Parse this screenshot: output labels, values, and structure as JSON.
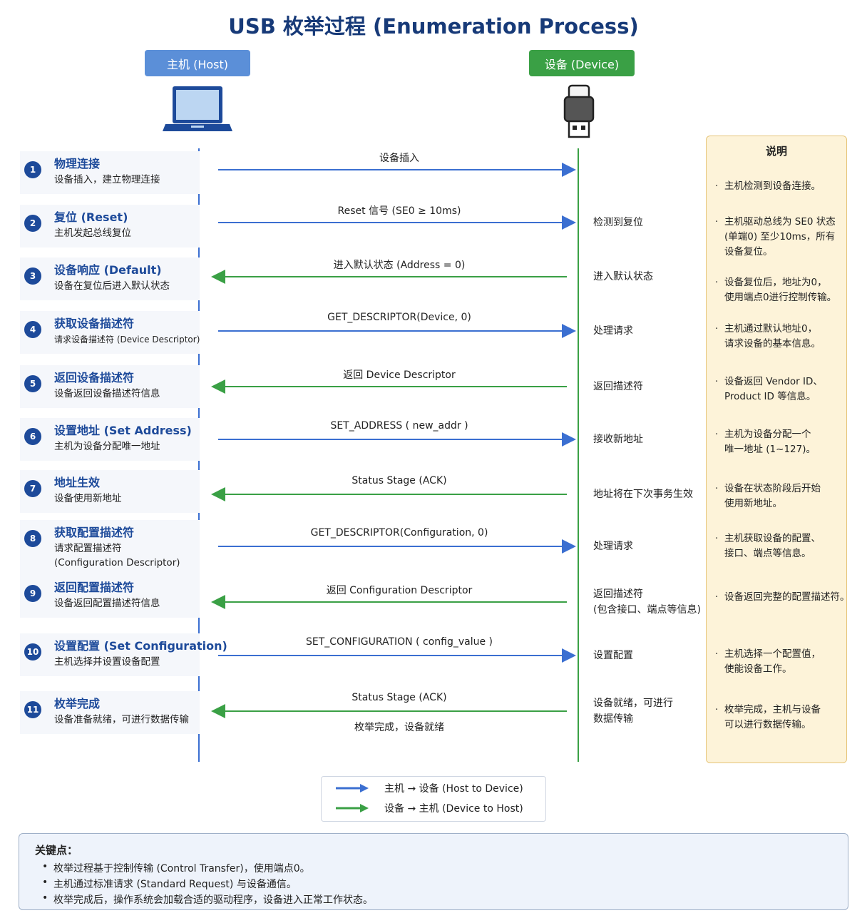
{
  "title": "USB 枚举过程 (Enumeration Process)",
  "host": {
    "label": "主机 (Host)",
    "icon": "laptop-icon"
  },
  "device": {
    "label": "设备 (Device)",
    "icon": "usb-stick-icon"
  },
  "colors": {
    "host_to_device": "#3b6fd1",
    "device_to_host": "#3aa045",
    "title": "#173a78",
    "step_title": "#1d4a9a"
  },
  "steps": [
    {
      "num": "1",
      "title": "物理连接",
      "desc": [
        "设备插入，建立物理连接"
      ],
      "message": "设备插入",
      "message2": "",
      "direction": "h2d",
      "device_action": [],
      "note": [
        "主机检测到设备连接。"
      ]
    },
    {
      "num": "2",
      "title": "复位 (Reset)",
      "desc": [
        "主机发起总线复位"
      ],
      "message": "Reset 信号 (SE0 ≥ 10ms)",
      "message2": "",
      "direction": "h2d",
      "device_action": [
        "检测到复位"
      ],
      "note": [
        "主机驱动总线为 SE0 状态",
        "(单端0) 至少10ms，所有",
        "设备复位。"
      ]
    },
    {
      "num": "3",
      "title": "设备响应 (Default)",
      "desc": [
        "设备在复位后进入默认状态"
      ],
      "message": "进入默认状态 (Address = 0)",
      "message2": "",
      "direction": "d2h",
      "device_action": [
        "进入默认状态"
      ],
      "note": [
        "设备复位后，地址为0，",
        "使用端点0进行控制传输。"
      ]
    },
    {
      "num": "4",
      "title": "获取设备描述符",
      "desc": [
        "请求设备描述符 (Device Descriptor)"
      ],
      "message": "GET_DESCRIPTOR(Device, 0)",
      "message2": "",
      "direction": "h2d",
      "device_action": [
        "处理请求"
      ],
      "note": [
        "主机通过默认地址0，",
        "请求设备的基本信息。"
      ]
    },
    {
      "num": "5",
      "title": "返回设备描述符",
      "desc": [
        "设备返回设备描述符信息"
      ],
      "message": "返回 Device Descriptor",
      "message2": "",
      "direction": "d2h",
      "device_action": [
        "返回描述符"
      ],
      "note": [
        "设备返回 Vendor ID、",
        "Product ID 等信息。"
      ]
    },
    {
      "num": "6",
      "title": "设置地址 (Set Address)",
      "desc": [
        "主机为设备分配唯一地址"
      ],
      "message": "SET_ADDRESS ( new_addr )",
      "message2": "",
      "direction": "h2d",
      "device_action": [
        "接收新地址"
      ],
      "note": [
        "主机为设备分配一个",
        "唯一地址 (1~127)。"
      ]
    },
    {
      "num": "7",
      "title": "地址生效",
      "desc": [
        "设备使用新地址"
      ],
      "message": "Status Stage (ACK)",
      "message2": "",
      "direction": "d2h",
      "device_action": [
        "地址将在下次事务生效"
      ],
      "note": [
        "设备在状态阶段后开始",
        "使用新地址。"
      ]
    },
    {
      "num": "8",
      "title": "获取配置描述符",
      "desc": [
        "请求配置描述符",
        "(Configuration Descriptor)"
      ],
      "message": "GET_DESCRIPTOR(Configuration, 0)",
      "message2": "",
      "direction": "h2d",
      "device_action": [
        "处理请求"
      ],
      "note": [
        "主机获取设备的配置、",
        "接口、端点等信息。"
      ]
    },
    {
      "num": "9",
      "title": "返回配置描述符",
      "desc": [
        "设备返回配置描述符信息"
      ],
      "message": "返回 Configuration Descriptor",
      "message2": "",
      "direction": "d2h",
      "device_action": [
        "返回描述符",
        "(包含接口、端点等信息)"
      ],
      "note": [
        "设备返回完整的配置描述符。"
      ]
    },
    {
      "num": "10",
      "title": "设置配置 (Set Configuration)",
      "desc": [
        "主机选择并设置设备配置"
      ],
      "message": "SET_CONFIGURATION ( config_value )",
      "message2": "",
      "direction": "h2d",
      "device_action": [
        "设置配置"
      ],
      "note": [
        "主机选择一个配置值，",
        "使能设备工作。"
      ]
    },
    {
      "num": "11",
      "title": "枚举完成",
      "desc": [
        "设备准备就绪，可进行数据传输"
      ],
      "message": "Status Stage (ACK)",
      "message2": "枚举完成，设备就绪",
      "direction": "d2h",
      "device_action": [
        "设备就绪，可进行",
        "数据传输"
      ],
      "note": [
        "枚举完成，主机与设备",
        "可以进行数据传输。"
      ]
    }
  ],
  "notes_title": "说明",
  "legend": {
    "h2d": "主机 → 设备 (Host to Device)",
    "d2h": "设备 → 主机 (Device to Host)"
  },
  "key_points": {
    "title": "关键点：",
    "items": [
      "枚举过程基于控制传输 (Control Transfer)，使用端点0。",
      "主机通过标准请求 (Standard Request) 与设备通信。",
      "枚举完成后，操作系统会加载合适的驱动程序，设备进入正常工作状态。"
    ]
  }
}
